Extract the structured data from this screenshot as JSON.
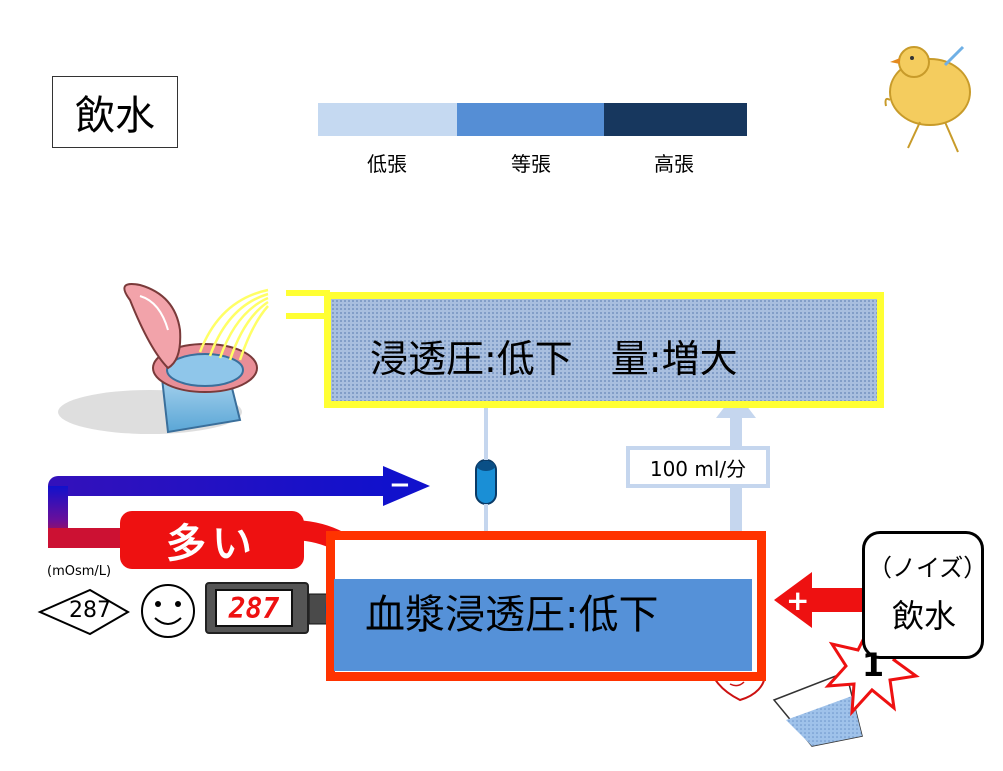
{
  "title": "飲水",
  "legend": {
    "items": [
      {
        "label": "低張",
        "color": "#c5d9f1"
      },
      {
        "label": "等張",
        "color": "#558ed5"
      },
      {
        "label": "高張",
        "color": "#17375e"
      }
    ]
  },
  "urine": {
    "text": "浸透圧:低下　量:増大"
  },
  "plasma": {
    "text": "血漿浸透圧:低下"
  },
  "flow_rate": "100 ml/分",
  "many_label": "多い",
  "unit_label": "(mOsm/L)",
  "osmolality_value": "287",
  "meter_value": "287",
  "minus_sign": "−",
  "plus_sign": "+",
  "noise": {
    "line1": "（ノイズ）",
    "line2": "飲水"
  },
  "burst_number": "1",
  "colors": {
    "urine_border": "#ffff33",
    "plasma_border": "#ff3300",
    "plasma_fill": "#5591d8",
    "arrow_red": "#ee1111",
    "arrow_blue": "#1111cc"
  }
}
